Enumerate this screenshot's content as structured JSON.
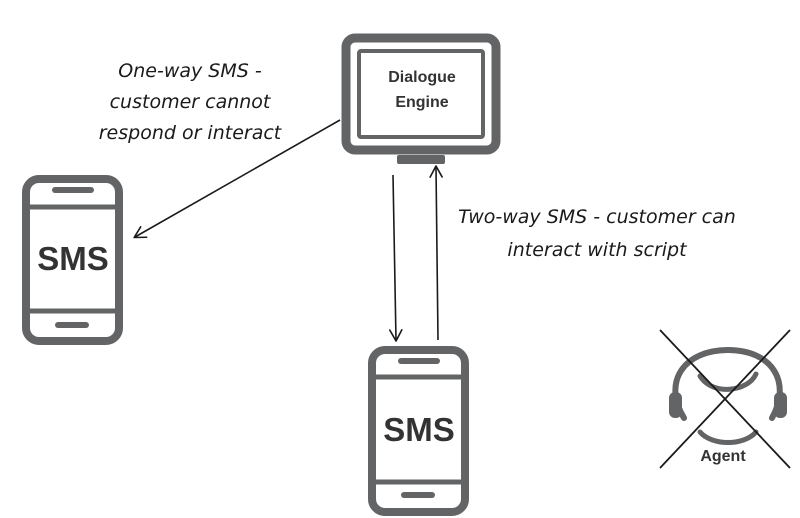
{
  "colors": {
    "device": "#636466",
    "text": "#1a1a1a",
    "background": "#ffffff"
  },
  "engine": {
    "line1": "Dialogue",
    "line2": "Engine",
    "icon": "monitor-icon"
  },
  "phone_left": {
    "label": "SMS",
    "icon": "mobile-phone-icon"
  },
  "phone_bottom": {
    "label": "SMS",
    "icon": "mobile-phone-icon"
  },
  "agent": {
    "label": "Agent",
    "icon": "headset-agent-icon",
    "crossed_out": true
  },
  "notes": {
    "one_way": {
      "line1": "One-way SMS -",
      "line2": "customer cannot",
      "line3": "respond or interact"
    },
    "two_way": {
      "line1": "Two-way SMS - customer can",
      "line2": "interact with script"
    }
  }
}
